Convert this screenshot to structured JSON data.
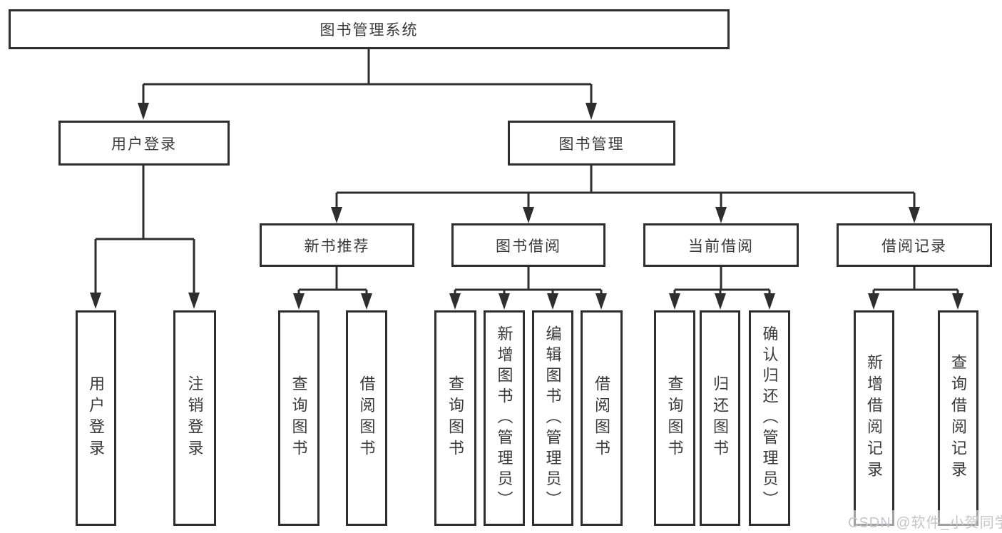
{
  "tree": {
    "label": "图书管理系统",
    "children": [
      {
        "label": "用户登录",
        "children": [
          {
            "label": "用户登录"
          },
          {
            "label": "注销登录"
          }
        ]
      },
      {
        "label": "图书管理",
        "children": [
          {
            "label": "新书推荐",
            "children": [
              {
                "label": "查询图书"
              },
              {
                "label": "借阅图书"
              }
            ]
          },
          {
            "label": "图书借阅",
            "children": [
              {
                "label": "查询图书"
              },
              {
                "label": "新增图书（管理员）"
              },
              {
                "label": "编辑图书（管理员）"
              },
              {
                "label": "借阅图书"
              }
            ]
          },
          {
            "label": "当前借阅",
            "children": [
              {
                "label": "查询图书"
              },
              {
                "label": "归还图书"
              },
              {
                "label": "确认归还（管理员）"
              }
            ]
          },
          {
            "label": "借阅记录",
            "children": [
              {
                "label": "新增借阅记录"
              },
              {
                "label": "查询借阅记录"
              }
            ]
          }
        ]
      }
    ]
  },
  "watermark": {
    "text": "CSDN @软件_小贺同学"
  },
  "colors": {
    "line": "#2e2e2e",
    "text": "#3a3a3a",
    "background": "#ffffff",
    "watermark_text": "#c6c6ca"
  }
}
